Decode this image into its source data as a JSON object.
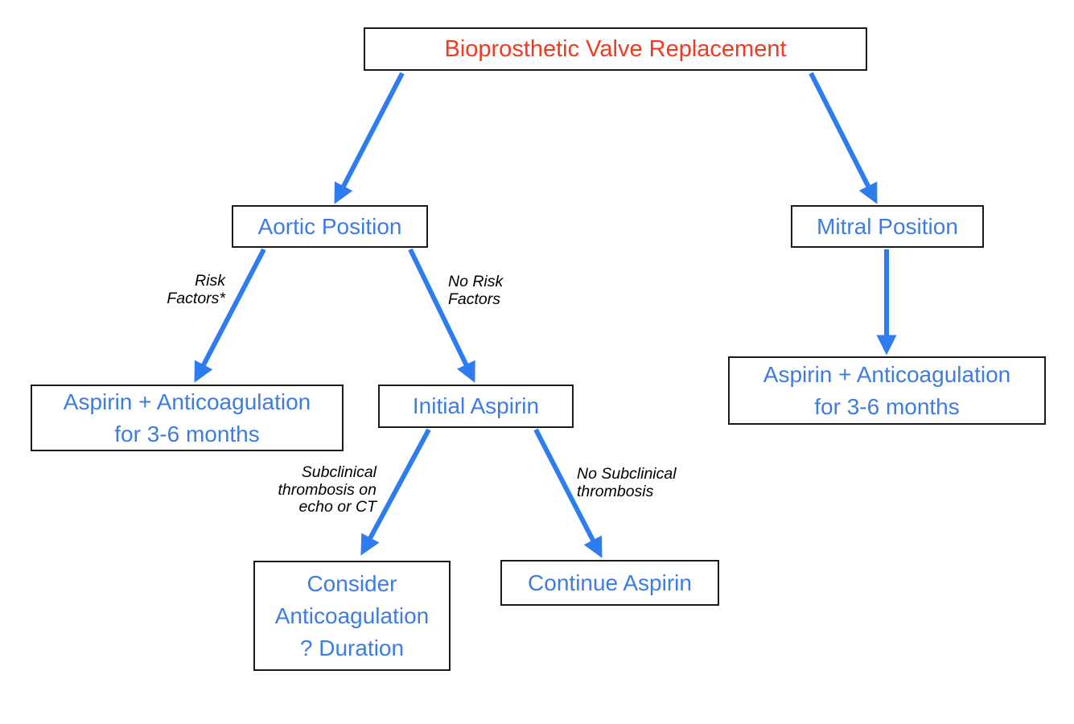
{
  "colors": {
    "title_text": "#f13a1e",
    "node_text": "#3d7ce6",
    "arrow": "#2d7cf0",
    "box_border": "#1a1a1a",
    "label_text": "#000000",
    "background": "#ffffff"
  },
  "nodes": {
    "root": "Bioprosthetic Valve Replacement",
    "aortic": "Aortic Position",
    "mitral": "Mitral Position",
    "aspirin_left": "Aspirin + Anticoagulation\nfor 3-6 months",
    "initial_aspirin": "Initial Aspirin",
    "aspirin_right": "Aspirin + Anticoagulation\nfor 3-6 months",
    "consider": "Consider\nAnticoagulation\n? Duration",
    "continue": "Continue Aspirin"
  },
  "edge_labels": {
    "risk_factors": "Risk\nFactors*",
    "no_risk_factors": "No Risk\nFactors",
    "subclinical": "Subclinical\nthrombosis on\necho or CT",
    "no_subclinical": "No Subclinical\nthrombosis"
  },
  "edges": [
    {
      "from": "root",
      "to": "aortic",
      "label": ""
    },
    {
      "from": "root",
      "to": "mitral",
      "label": ""
    },
    {
      "from": "aortic",
      "to": "aspirin_left",
      "label": "Risk Factors*"
    },
    {
      "from": "aortic",
      "to": "initial_aspirin",
      "label": "No Risk Factors"
    },
    {
      "from": "mitral",
      "to": "aspirin_right",
      "label": ""
    },
    {
      "from": "initial_aspirin",
      "to": "consider",
      "label": "Subclinical thrombosis on echo or CT"
    },
    {
      "from": "initial_aspirin",
      "to": "continue",
      "label": "No Subclinical thrombosis"
    }
  ]
}
